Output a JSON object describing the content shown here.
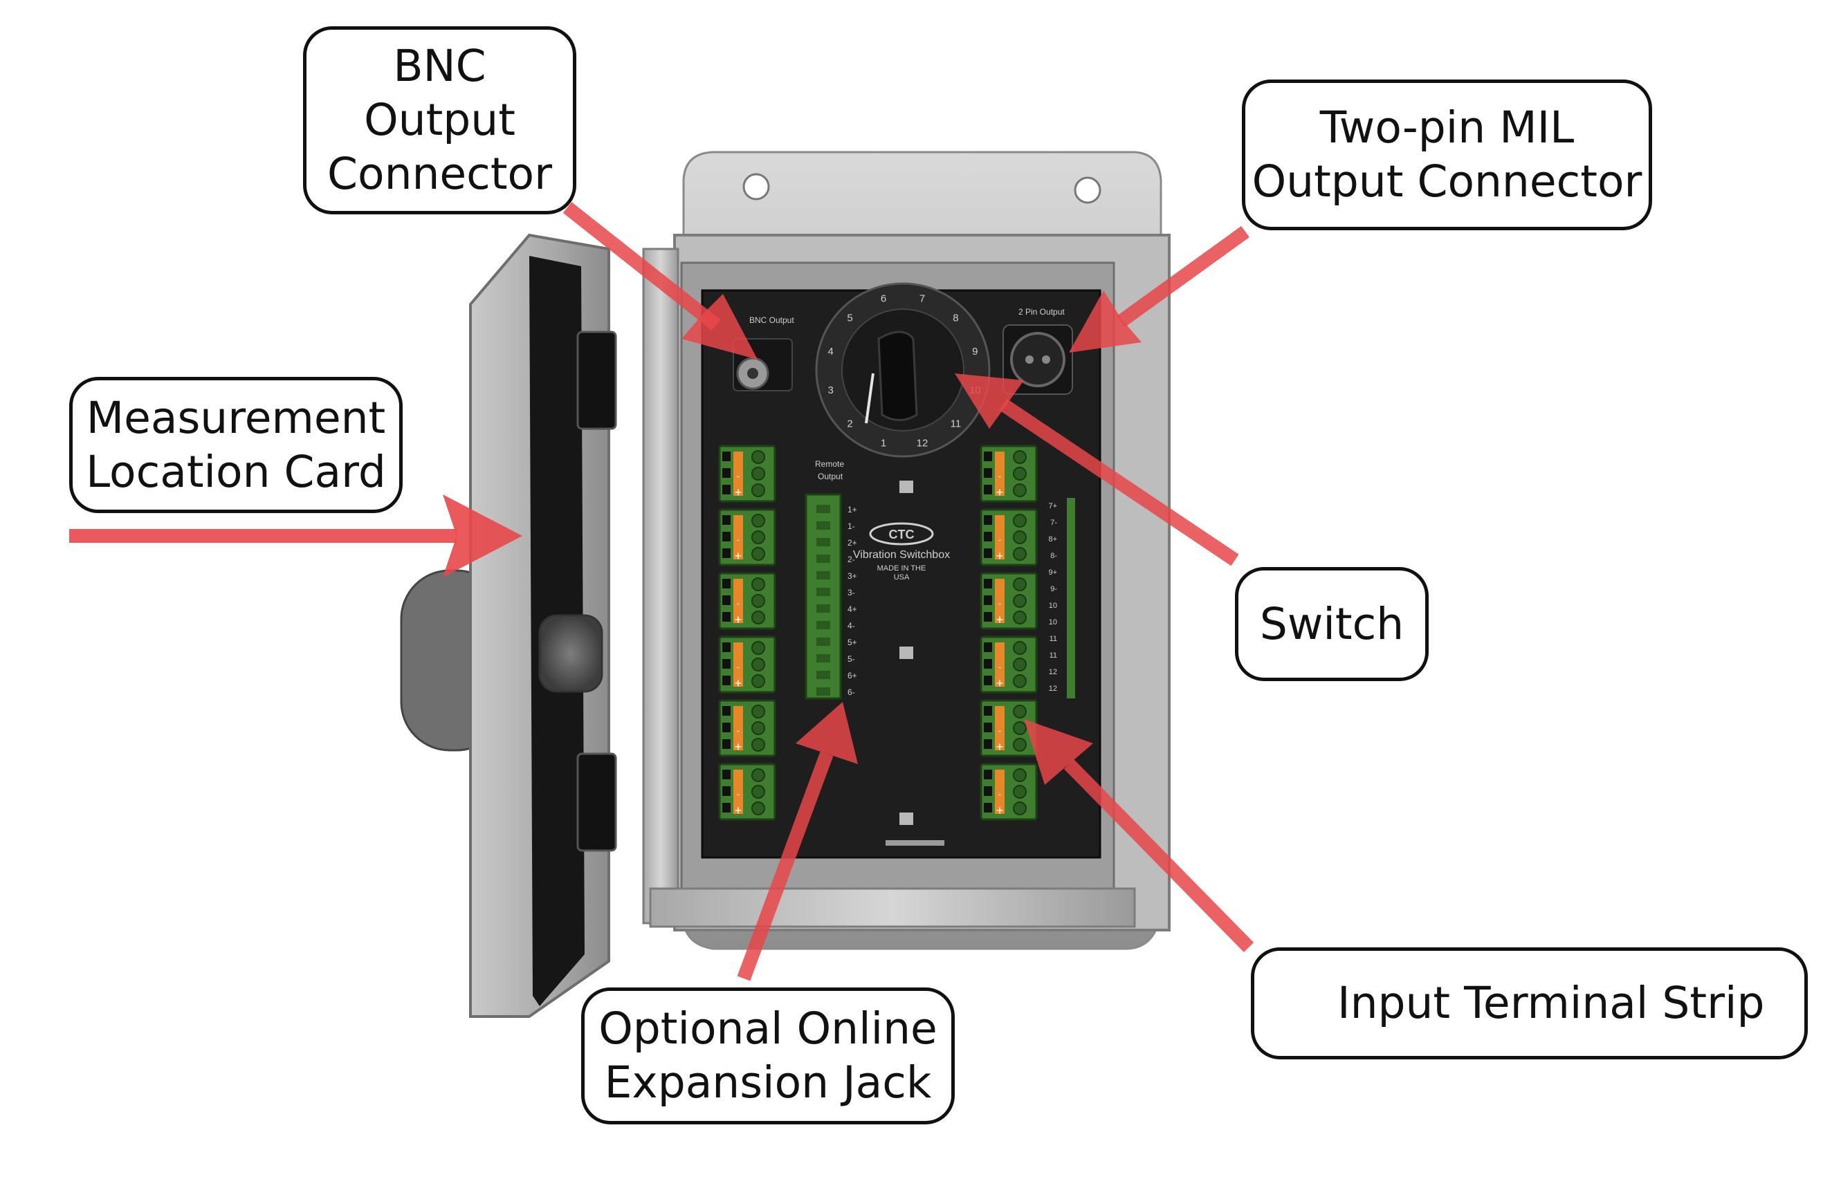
{
  "callouts": {
    "bnc": [
      "BNC",
      "Output",
      "Connector"
    ],
    "mil": [
      "Two-pin MIL",
      "Output Connector"
    ],
    "measurement": [
      "Measurement",
      "Location Card"
    ],
    "switch": [
      "Switch"
    ],
    "expansion": [
      "Optional Online",
      "Expansion Jack"
    ],
    "input": [
      "Input Terminal Strip"
    ]
  },
  "board": {
    "bnc_label": "BNC Output",
    "mil_label": "2 Pin Output",
    "remote_label": "Remote",
    "output_label": "Output",
    "logo": "CTC",
    "product": "Vibration Switchbox",
    "made_in": "MADE IN THE",
    "country": "USA",
    "dial_numbers": [
      "1",
      "2",
      "3",
      "4",
      "5",
      "6",
      "7",
      "8",
      "9",
      "10",
      "11",
      "12"
    ],
    "jack_pins": [
      "1+",
      "1-",
      "2+",
      "2-",
      "3+",
      "3-",
      "4+",
      "4-",
      "5+",
      "5-",
      "6+",
      "6-"
    ],
    "right_pins": [
      "7+",
      "7-",
      "8+",
      "8-",
      "9+",
      "9-",
      "10",
      "10",
      "11",
      "11",
      "12",
      "12"
    ],
    "terminal_marks": [
      "-",
      "+"
    ]
  },
  "colors": {
    "arrow": "#e8474a",
    "board": "#1e1e1e",
    "terminal_green": "#3f7d2f",
    "terminal_orange": "#e8872a",
    "steel": "#b8b8b8"
  }
}
